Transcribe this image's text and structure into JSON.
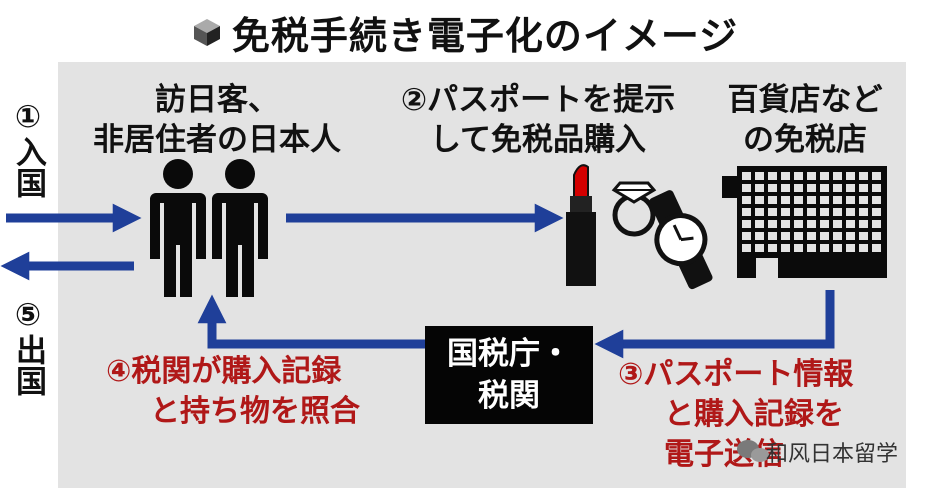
{
  "title": "免税手続き電子化のイメージ",
  "side_left": {
    "entry_num": "①",
    "entry_text": "入国",
    "exit_num": "⑤",
    "exit_text": "出国"
  },
  "visitor_label": {
    "line1": "訪日客、",
    "line2": "非居住者の日本人"
  },
  "step2_label": {
    "line1": "②パスポートを提示",
    "line2": "して免税品購入"
  },
  "store_label": {
    "line1": "百貨店など",
    "line2": "の免税店"
  },
  "authority_box": {
    "line1": "国税庁・",
    "line2": "税関"
  },
  "step4_label": {
    "line1": "④税関が購入記録",
    "line2": "と持ち物を照合"
  },
  "step3_label": {
    "line1": "③パスポート情報",
    "line2": "と購入記録を",
    "line3": "電子送信"
  },
  "watermark": "和风日本留学",
  "colors": {
    "arrow": "#1f3f99",
    "red_text": "#b01818",
    "panel": "#e3e3e3",
    "box": "#050505"
  }
}
